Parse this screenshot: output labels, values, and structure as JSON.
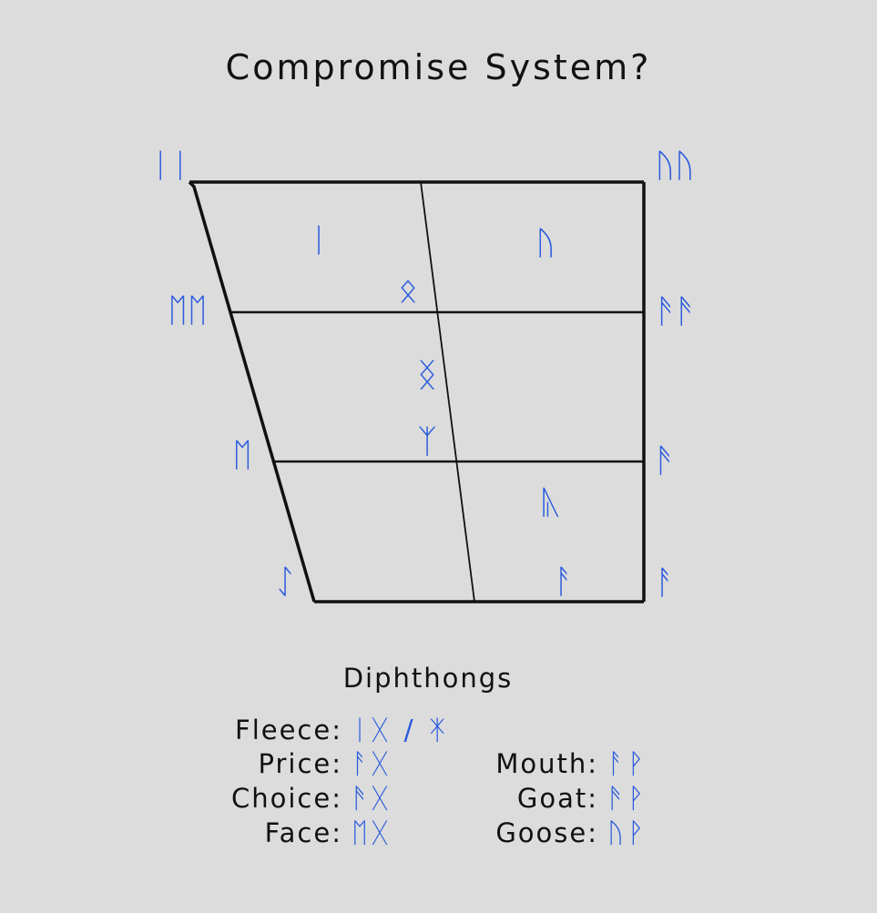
{
  "title": "Compromise System?",
  "colors": {
    "rune": "#2a5bdc",
    "line": "#111111",
    "background": "#dcdcdc"
  },
  "chart": {
    "left_labels": {
      "close": "ᛁᛁ",
      "close_mid": "ᛖᛖ",
      "open_mid": "ᛖ",
      "open": "ᛇ"
    },
    "right_labels": {
      "close": "ᚢᚢ",
      "close_mid": "ᚫᚫ",
      "open_mid": "ᚫ",
      "open": "ᚨ"
    },
    "inner": {
      "front_close": "ᛁ",
      "back_close": "ᚢ",
      "central_close": "ᛟ",
      "central_mid": "ᛝ",
      "central_open_mid": "ᛉ",
      "back_open_mid": "ᚣ",
      "back_open": "ᚨ"
    }
  },
  "diphthongs": {
    "title": "Diphthongs",
    "left": [
      {
        "label": "Fleece:",
        "value": "ᛁᚷ / ᛡ"
      },
      {
        "label": "Price:",
        "value": "ᚨᚷ"
      },
      {
        "label": "Choice:",
        "value": "ᚫᚷ"
      },
      {
        "label": "Face:",
        "value": "ᛖᚷ"
      }
    ],
    "right": [
      {
        "label": "Mouth:",
        "value": "ᚨᚹ"
      },
      {
        "label": "Goat:",
        "value": "ᚫᚹ"
      },
      {
        "label": "Goose:",
        "value": "ᚢᚹ"
      }
    ]
  }
}
